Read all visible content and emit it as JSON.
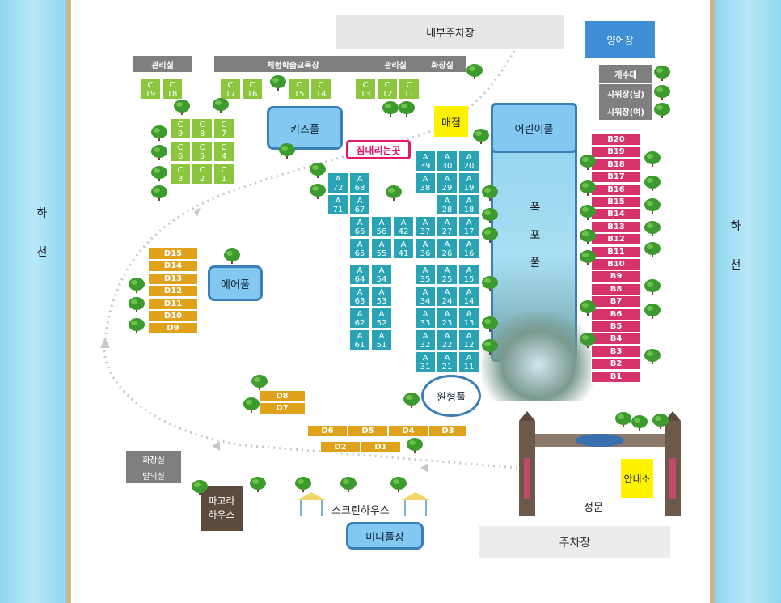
{
  "river": {
    "left_chars": [
      "하",
      "천"
    ],
    "right_chars": [
      "하",
      "천"
    ]
  },
  "facilities": {
    "inner_parking": "내부주차장",
    "fish_pool": "양어장",
    "wash": "개수대",
    "shower_m": "샤워장(남)",
    "shower_f": "샤워장(여)",
    "office1": "관리실",
    "edu": "체험학습교육장",
    "office2": "관리실",
    "toilet1": "화장실",
    "shop": "매점",
    "kids_pool": "키즈풀",
    "kids_pool2": "어린이풀",
    "unload": "짐내리는곳",
    "waterfall_pool": [
      "폭",
      "포",
      "풀"
    ],
    "air_pool": "에어풀",
    "round_pool": "원형풀",
    "toilet2": "화장실",
    "changing": "탈의실",
    "pergola": "파고라 하우스",
    "screen_house": "스크린하우스",
    "mini_pool": "미니풀장",
    "gate": "정문",
    "info": "안내소",
    "parking": "주차장"
  },
  "c_sites": [
    {
      "l": "C",
      "n": "19"
    },
    {
      "l": "C",
      "n": "18"
    },
    {
      "l": "C",
      "n": "17"
    },
    {
      "l": "C",
      "n": "16"
    },
    {
      "l": "C",
      "n": "15"
    },
    {
      "l": "C",
      "n": "14"
    },
    {
      "l": "C",
      "n": "13"
    },
    {
      "l": "C",
      "n": "12"
    },
    {
      "l": "C",
      "n": "11"
    },
    {
      "l": "C",
      "n": "9"
    },
    {
      "l": "C",
      "n": "8"
    },
    {
      "l": "C",
      "n": "7"
    },
    {
      "l": "C",
      "n": "6"
    },
    {
      "l": "C",
      "n": "5"
    },
    {
      "l": "C",
      "n": "4"
    },
    {
      "l": "C",
      "n": "3"
    },
    {
      "l": "C",
      "n": "2"
    },
    {
      "l": "C",
      "n": "1"
    }
  ],
  "a_sites": [
    "39",
    "30",
    "20",
    "72",
    "68",
    "38",
    "29",
    "19",
    "71",
    "67",
    "28",
    "18",
    "66",
    "56",
    "42",
    "37",
    "27",
    "17",
    "65",
    "55",
    "41",
    "36",
    "26",
    "16",
    "64",
    "54",
    "35",
    "25",
    "15",
    "63",
    "53",
    "34",
    "24",
    "14",
    "62",
    "52",
    "33",
    "23",
    "13",
    "61",
    "51",
    "32",
    "22",
    "12",
    "31",
    "21",
    "11"
  ],
  "b_sites": [
    "B20",
    "B19",
    "B18",
    "B17",
    "B16",
    "B15",
    "B14",
    "B13",
    "B12",
    "B11",
    "B10",
    "B9",
    "B8",
    "B7",
    "B6",
    "B5",
    "B4",
    "B3",
    "B2",
    "B1"
  ],
  "d_sites": [
    "D15",
    "D14",
    "D13",
    "D12",
    "D11",
    "D10",
    "D9",
    "D8",
    "D7",
    "D6",
    "D5",
    "D4",
    "D3",
    "D2",
    "D1"
  ],
  "colors": {
    "c": "#8cc63f",
    "a": "#2aa3b5",
    "b": "#d6336c",
    "d": "#e0a11b",
    "pool": "#82c8f0",
    "river": "#8fd6f0"
  }
}
